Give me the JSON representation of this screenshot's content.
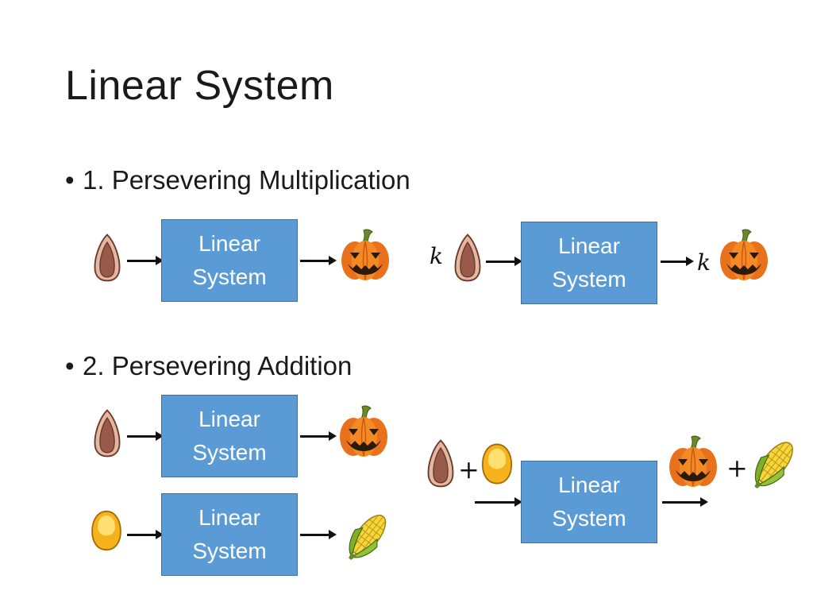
{
  "slide": {
    "title": "Linear System"
  },
  "bullets": [
    {
      "marker": "•",
      "text": "1. Persevering Multiplication"
    },
    {
      "marker": "•",
      "text": "2. Persevering Addition"
    }
  ],
  "box": {
    "line1": "Linear",
    "line2": "System"
  },
  "symbols": {
    "scalar": "k",
    "plus": "+"
  },
  "icons": {
    "seed": "pumpkin-seed-icon",
    "pumpkin": "jack-o-lantern-icon",
    "corn_kernel": "corn-kernel-icon",
    "corn": "corn-cob-icon"
  },
  "colors": {
    "box_fill": "#5b9bd5",
    "box_border": "#41719c",
    "arrow": "#111111"
  }
}
